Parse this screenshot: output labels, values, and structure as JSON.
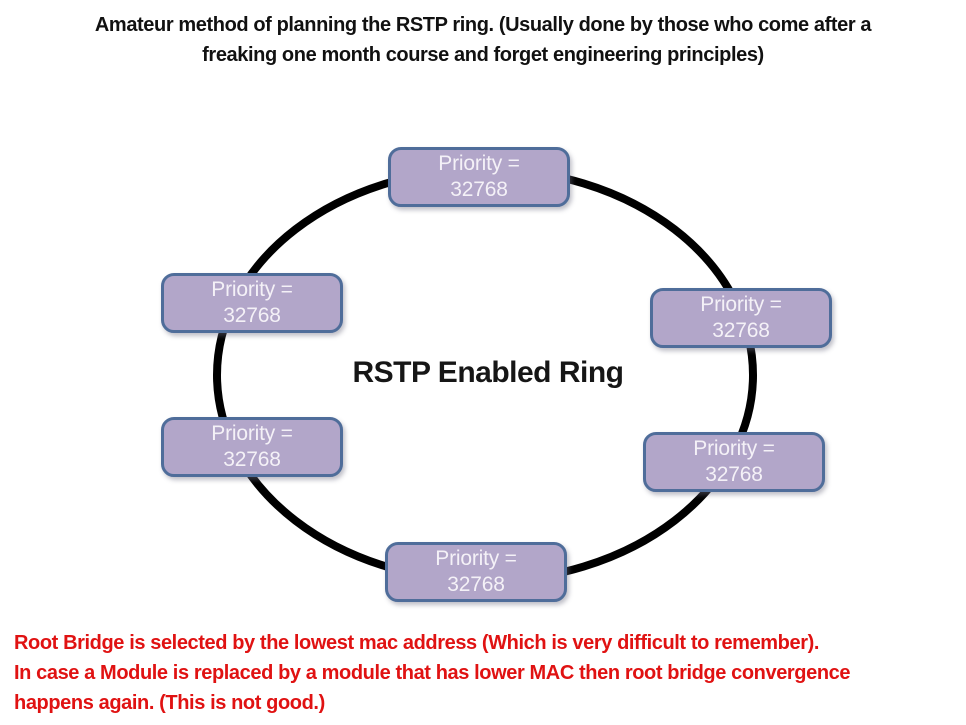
{
  "title": {
    "lines": [
      "Amateur method of planning the RSTP ring. (Usually done by those who come after a",
      "freaking one month course and forget engineering principles)"
    ]
  },
  "diagram": {
    "center_label": "RSTP Enabled Ring",
    "nodes": [
      {
        "id": "top",
        "line1": "Priority =",
        "line2": "32768"
      },
      {
        "id": "upper-left",
        "line1": "Priority =",
        "line2": "32768"
      },
      {
        "id": "upper-right",
        "line1": "Priority =",
        "line2": "32768"
      },
      {
        "id": "lower-left",
        "line1": "Priority =",
        "line2": "32768"
      },
      {
        "id": "lower-right",
        "line1": "Priority =",
        "line2": "32768"
      },
      {
        "id": "bottom",
        "line1": "Priority =",
        "line2": "32768"
      }
    ]
  },
  "footer": {
    "lines": [
      "Root Bridge is selected by the lowest mac address (Which is very difficult to remember).",
      "In case a Module is replaced by a module that has lower MAC then root bridge convergence",
      "happens again. (This is not good.)"
    ]
  },
  "colors": {
    "background": "#ffffff",
    "title_text": "#111111",
    "ring": "#000000",
    "node_fill": "#b2a6c9",
    "node_border": "#4f6d9a",
    "node_text": "#f4f1f7",
    "warning_text": "#e01212"
  }
}
